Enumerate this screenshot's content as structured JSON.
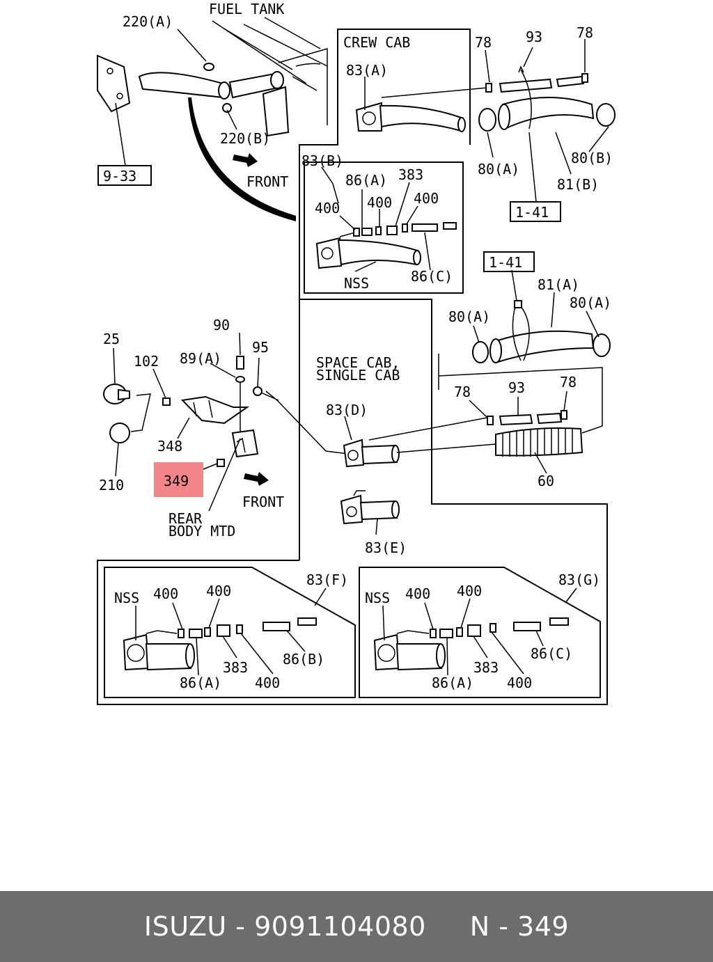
{
  "labels": {
    "fuel_tank": "FUEL TANK",
    "crew_cab": "CREW CAB",
    "space_cab_1": "SPACE CAB,",
    "space_cab_2": "SINGLE CAB",
    "front": "FRONT",
    "rear_body_1": "REAR",
    "rear_body_2": "BODY MTD",
    "nss": "NSS",
    "p220a": "220(A)",
    "p220b": "220(B)",
    "p9_33": "9-33",
    "p1_41": "1-41",
    "p78": "78",
    "p93": "93",
    "p83a": "83(A)",
    "p83b": "83(B)",
    "p83d": "83(D)",
    "p83e": "83(E)",
    "p83f": "83(F)",
    "p83g": "83(G)",
    "p80a": "80(A)",
    "p80b": "80(B)",
    "p81a": "81(A)",
    "p81b": "81(B)",
    "p86a": "86(A)",
    "p86b": "86(B)",
    "p86c": "86(C)",
    "p383": "383",
    "p400": "400",
    "p90": "90",
    "p95": "95",
    "p25": "25",
    "p102": "102",
    "p89a": "89(A)",
    "p348": "348",
    "p349": "349",
    "p210": "210",
    "p60": "60"
  },
  "highlight": {
    "label": "349",
    "color": "#f4868a"
  },
  "footer": {
    "brand": "ISUZU",
    "part_number": "9091104080",
    "ref": "N - 349",
    "text": "ISUZU - 9091104080     N - 349",
    "background": "#6d6d6d"
  }
}
